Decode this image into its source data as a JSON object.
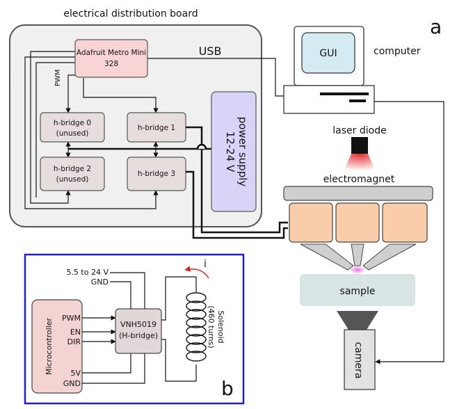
{
  "panel_a": {
    "letter": "a",
    "board_title": "electrical distribution board",
    "controller": {
      "line1": "Adafruit Metro Mini",
      "line2": "328"
    },
    "usb": "USB",
    "pwm": "PWM",
    "hb0": {
      "line1": "h-bridge 0",
      "line2": "(unused)"
    },
    "hb1": "h-bridge 1",
    "hb2": {
      "line1": "h-bridge 2",
      "line2": "(unused)"
    },
    "hb3": "h-bridge 3",
    "power_supply": {
      "line1": "power supply",
      "line2": "12-24 V"
    },
    "gui": "GUI",
    "computer": "computer",
    "laser": "laser diode",
    "electromagnet": "electromagnet",
    "sample": "sample",
    "camera": "camera"
  },
  "panel_b": {
    "letter": "b",
    "microcontroller": "Microcontroller",
    "pins": {
      "pwm": "PWM",
      "en": "EN",
      "dir": "DIR",
      "v5": "5V",
      "gnd": "GND"
    },
    "supply": "5.5 to 24 V",
    "gnd": "GND",
    "chip": {
      "line1": "VNH5019",
      "line2": "(H-bridge)"
    },
    "current": "i",
    "solenoid": {
      "line1": "Solenoid",
      "line2": "(460 turns)"
    }
  },
  "colors": {
    "controller_fill": "#f9d4d4",
    "hbridge_fill": "#e6dedd",
    "power_fill": "#d8d4f8",
    "gui_fill": "#d5ebf2",
    "magnet_fill": "#f9ccaa",
    "sample_fill": "#d9e4e4",
    "board_fill": "#f0f0f0",
    "panel_b_border": "#1f1fcc",
    "laser_glow": "#e22020",
    "focus_spot": "#f06ee6"
  }
}
